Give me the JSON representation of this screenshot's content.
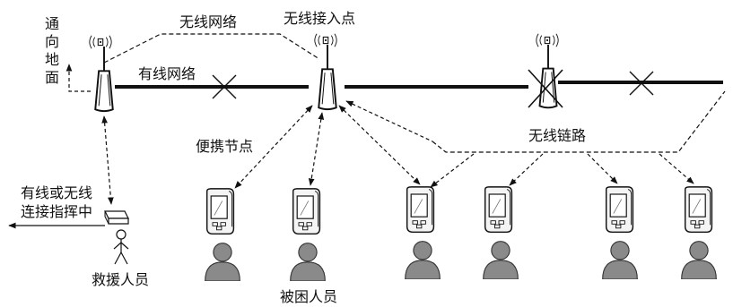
{
  "labels": {
    "wireless_network": "无线网络",
    "wireless_access_point": "无线接入点",
    "wired_network": "有线网络",
    "to_ground": [
      "通",
      "向",
      "地",
      "面"
    ],
    "portable_node": "便携节点",
    "wireless_link": "无线链路",
    "command_line1": "有线或无线",
    "command_line2": "连接指挥中",
    "rescuer": "救援人员",
    "trapped_people": "被困人员"
  },
  "icons": {
    "tower": "antenna-tower-icon",
    "signal": "wireless-signal-icon",
    "device": "handheld-device-icon",
    "person": "person-silhouette-icon",
    "rescuer": "rescuer-figure-icon",
    "break": "broken-link-x-icon"
  },
  "colors": {
    "line": "#111111",
    "person_fill": "#8a8a8a",
    "device_fill": "#f4f4f4"
  }
}
